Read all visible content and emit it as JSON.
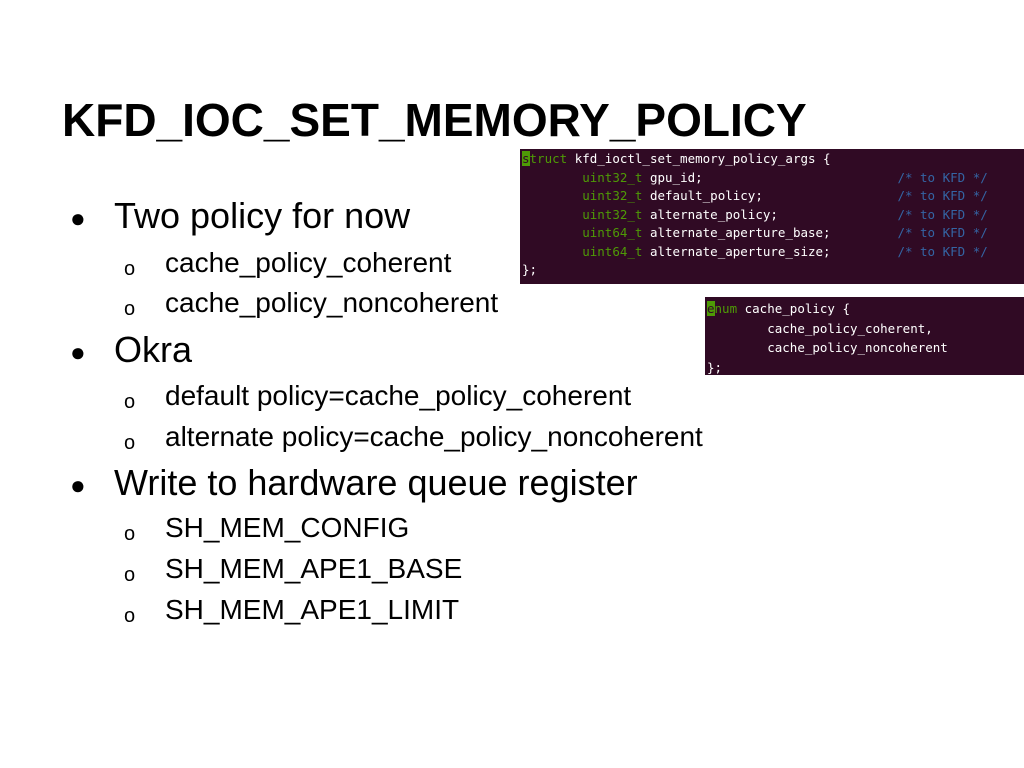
{
  "slide": {
    "title": "KFD_IOC_SET_MEMORY_POLICY",
    "bullets": [
      {
        "text": "Two policy for now",
        "sub": [
          "cache_policy_coherent",
          "cache_policy_noncoherent"
        ]
      },
      {
        "text": "Okra",
        "sub": [
          "default policy=cache_policy_coherent",
          "alternate policy=cache_policy_noncoherent"
        ]
      },
      {
        "text": "Write to hardware queue register",
        "sub": [
          "SH_MEM_CONFIG",
          "SH_MEM_APE1_BASE",
          "SH_MEM_APE1_LIMIT"
        ]
      }
    ],
    "bullet_glyph": "●",
    "sub_bullet_glyph": "o"
  },
  "code_struct": {
    "kw_first": "s",
    "kw_rest": "truct",
    "name": " kfd_ioctl_set_memory_policy_args {",
    "fields": [
      {
        "type": "uint32_t",
        "name": " gpu_id;",
        "comment": "/* to KFD */"
      },
      {
        "type": "uint32_t",
        "name": " default_policy;",
        "comment": "/* to KFD */"
      },
      {
        "type": "uint32_t",
        "name": " alternate_policy;",
        "comment": "/* to KFD */"
      },
      {
        "type": "uint64_t",
        "name": " alternate_aperture_base;",
        "comment": "/* to KFD */"
      },
      {
        "type": "uint64_t",
        "name": " alternate_aperture_size;",
        "comment": "/* to KFD */"
      }
    ],
    "close": "};"
  },
  "code_enum": {
    "kw_first": "e",
    "kw_rest": "num",
    "name": " cache_policy {",
    "members": [
      "cache_policy_coherent,",
      "cache_policy_noncoherent"
    ],
    "close": "};"
  },
  "colors": {
    "terminal_bg": "#300a24",
    "keyword_green": "#4e9a06",
    "comment_blue": "#3465a4"
  }
}
